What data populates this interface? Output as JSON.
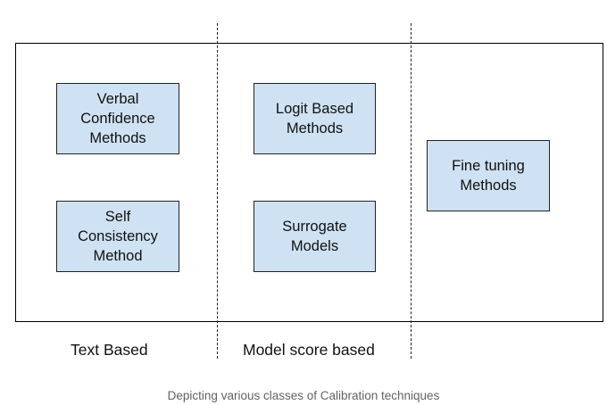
{
  "boxes": {
    "verbal": "Verbal\nConfidence\nMethods",
    "self_consistency": "Self\nConsistency\nMethod",
    "logit": "Logit Based\nMethods",
    "surrogate": "Surrogate\nModels",
    "fine_tuning": "Fine tuning\nMethods"
  },
  "columns": {
    "text_based": "Text Based",
    "model_score": "Model score based"
  },
  "caption": "Depicting various classes of Calibration techniques",
  "colors": {
    "box_fill": "#cfe2f3",
    "border": "#222222",
    "caption_text": "#5f6368"
  }
}
